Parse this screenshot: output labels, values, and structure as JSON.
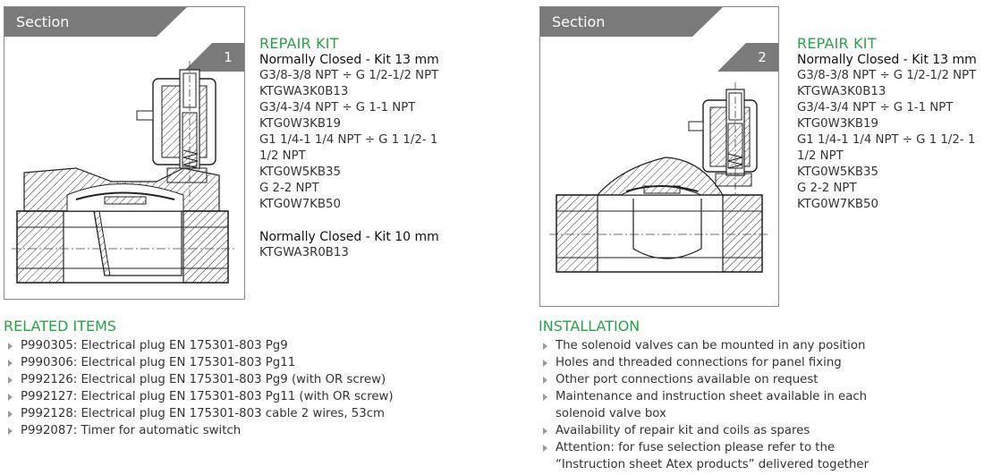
{
  "sections": [
    {
      "tab_label": "Section",
      "number": "1",
      "repair_kit": {
        "title": "REPAIR KIT",
        "groups": [
          {
            "heading": "Normally Closed - Kit 13 mm",
            "lines": [
              "G3/8-3/8 NPT ÷ G 1/2-1/2 NPT",
              "KTGWA3K0B13",
              "G3/4-3/4 NPT ÷ G 1-1 NPT",
              "KTG0W3KB19",
              "G1 1/4-1 1/4 NPT ÷ G 1 1/2- 1",
              "1/2 NPT",
              "KTG0W5KB35",
              "G 2-2 NPT",
              "KTG0W7KB50"
            ]
          },
          {
            "heading": "Normally Closed - Kit 10 mm",
            "lines": [
              "KTGWA3R0B13"
            ]
          }
        ]
      }
    },
    {
      "tab_label": "Section",
      "number": "2",
      "repair_kit": {
        "title": "REPAIR KIT",
        "groups": [
          {
            "heading": "Normally Closed - Kit 13 mm",
            "lines": [
              "G3/8-3/8 NPT ÷ G 1/2-1/2 NPT",
              "KTGWA3K0B13",
              "G3/4-3/4 NPT ÷ G 1-1 NPT",
              "KTG0W3KB19",
              "G1 1/4-1 1/4 NPT ÷ G 1 1/2- 1",
              "1/2 NPT",
              "KTG0W5KB35",
              "G 2-2 NPT",
              "KTG0W7KB50"
            ]
          }
        ]
      }
    }
  ],
  "related_items": {
    "title": "RELATED ITEMS",
    "items": [
      "P990305: Electrical plug EN 175301-803 Pg9",
      "P990306: Electrical plug EN 175301-803 Pg11",
      "P992126: Electrical plug EN 175301-803 Pg9 (with OR screw)",
      "P992127: Electrical plug EN 175301-803 Pg11 (with OR screw)",
      "P992128: Electrical plug EN 175301-803 cable 2 wires, 53cm",
      "P992087: Timer for automatic switch"
    ]
  },
  "installation": {
    "title": "INSTALLATION",
    "items": [
      "The solenoid valves can be mounted in any position",
      "Holes and threaded connections for panel fixing",
      "Other port connections available on request",
      "Maintenance and instruction sheet available in each solenoid valve box",
      "Availability of repair kit and coils as spares",
      "Attention: for fuse selection please refer to the “Instruction sheet Atex products” delivered together with the valve"
    ]
  },
  "colors": {
    "accent": "#2aa14a",
    "tab": "#7a7a7a",
    "frame": "#8a8a8a"
  }
}
